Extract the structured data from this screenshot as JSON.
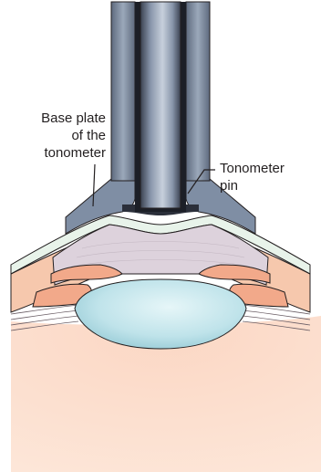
{
  "labels": {
    "base_plate": [
      "Base plate",
      "of the",
      "tonometer"
    ],
    "tonometer_pin": [
      "Tonometer",
      "pin"
    ]
  },
  "colors": {
    "tonometer_metal": "#7f8ea4",
    "pin_dark": "#2b2f3a",
    "cornea": "#d9d2dc",
    "lens": "#b9e1e8",
    "iris": "#f2a98a",
    "vitreous": "#f9c7b0",
    "sclera": "#f6cfb8",
    "tear_film": "#e8f3ea"
  }
}
